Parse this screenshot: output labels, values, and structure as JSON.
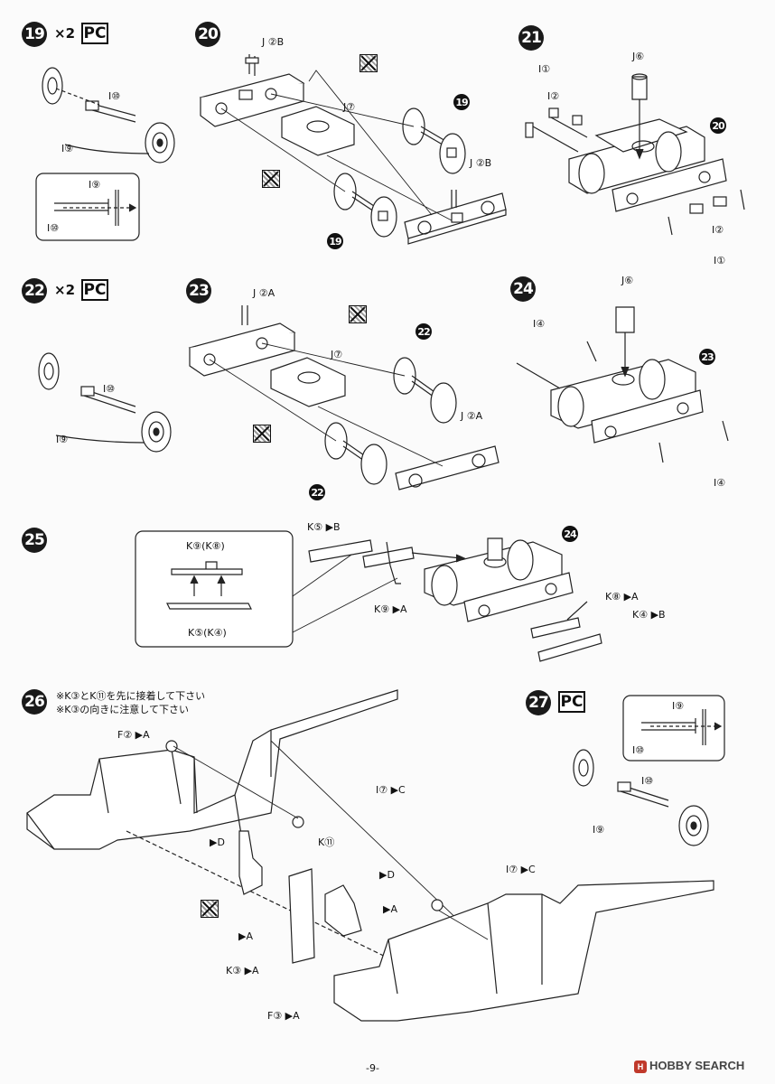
{
  "page_number": "-9-",
  "watermark": {
    "brand": "HOBBY SEARCH",
    "icon": "hobby-search-logo"
  },
  "steps": [
    {
      "id": "19",
      "multiplier": "×2",
      "badge": "PC"
    },
    {
      "id": "20"
    },
    {
      "id": "21"
    },
    {
      "id": "22",
      "multiplier": "×2",
      "badge": "PC"
    },
    {
      "id": "23"
    },
    {
      "id": "24"
    },
    {
      "id": "25"
    },
    {
      "id": "26"
    },
    {
      "id": "27",
      "badge": "PC"
    }
  ],
  "step26_notes": [
    "※K③とK⑪を先に接着して下さい",
    "※K③の向きに注意して下さい"
  ],
  "parts": {
    "I10": "I⑩",
    "I9": "I⑨",
    "J2B": "J ②B",
    "J7": "J⑦",
    "J6": "J⑥",
    "I1": "I①",
    "I2": "I②",
    "J2A": "J ②A",
    "I4": "I④",
    "K5PB": "K⑤ ▶B",
    "K9PA": "K⑨ ▶A",
    "K8PA": "K⑧ ▶A",
    "K4PB": "K④ ▶B",
    "K9K8": "K⑨(K⑧)",
    "K5K4": "K⑤(K④)",
    "F2PA": "F② ▶A",
    "I7PC": "I⑦ ▶C",
    "PD": "▶D",
    "K11": "K⑪",
    "PA": "▶A",
    "K3PA": "K③ ▶A",
    "F3PA": "F③ ▶A"
  },
  "refs": {
    "r19": "19",
    "r20": "20",
    "r22": "22",
    "r23": "23",
    "r24": "24"
  }
}
